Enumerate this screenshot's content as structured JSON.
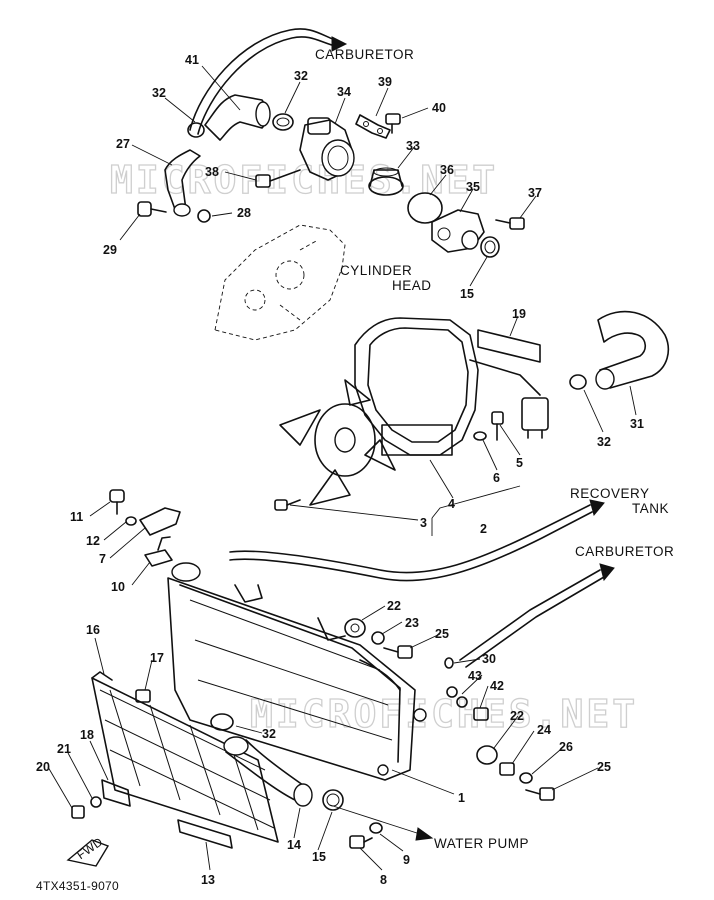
{
  "watermark": "MICROFICHES.NET",
  "reference_code": "4TX4351-9070",
  "fwd_tag": "FWD",
  "destinations": {
    "carburetor_top": "CARBURETOR",
    "cylinder_head_line1": "CYLINDER",
    "cylinder_head_line2": "HEAD",
    "recovery_tank_line1": "RECOVERY",
    "recovery_tank_line2": "TANK",
    "carburetor_right": "CARBURETOR",
    "water_pump": "WATER PUMP"
  },
  "callouts": {
    "c41": "41",
    "c32a": "32",
    "c32b": "32",
    "c34": "34",
    "c39": "39",
    "c40": "40",
    "c27": "27",
    "c38": "38",
    "c33": "33",
    "c36": "36",
    "c35": "35",
    "c37": "37",
    "c29": "29",
    "c28": "28",
    "c15a": "15",
    "c19": "19",
    "c31": "31",
    "c32c": "32",
    "c5": "5",
    "c6": "6",
    "c4": "4",
    "c2": "2",
    "c3": "3",
    "c11": "11",
    "c12": "12",
    "c7": "7",
    "c10": "10",
    "c22a": "22",
    "c23": "23",
    "c25a": "25",
    "c30": "30",
    "c16": "16",
    "c17": "17",
    "c43": "43",
    "c42": "42",
    "c22b": "22",
    "c24": "24",
    "c26": "26",
    "c25b": "25",
    "c32d": "32",
    "c18": "18",
    "c21": "21",
    "c20": "20",
    "c1": "1",
    "c14": "14",
    "c15b": "15",
    "c9": "9",
    "c8": "8",
    "c13": "13"
  }
}
